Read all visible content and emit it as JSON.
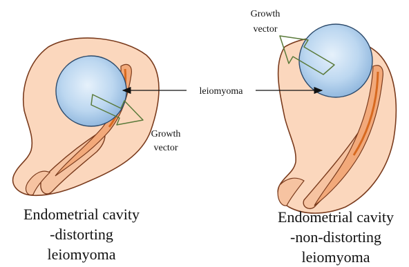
{
  "center_label": "leiomyoma",
  "left_panel": {
    "growth_vector_label": [
      "Growth",
      "vector"
    ],
    "caption": [
      "Endometrial cavity",
      "-distorting",
      "leiomyoma"
    ]
  },
  "right_panel": {
    "growth_vector_label": [
      "Growth",
      "vector"
    ],
    "caption": [
      "Endometrial cavity",
      "-non-distorting",
      "leiomyoma"
    ]
  },
  "colors": {
    "uterus_fill": "#fbd7bd",
    "uterus_outline": "#7a3b1d",
    "cavity_fill": "#f2a97a",
    "cavity_stripe": "#d7691f",
    "myoma_fill": "#bcd7f0",
    "myoma_outline": "#2c4a6b",
    "growth_arrow": "#5a7a3a"
  }
}
